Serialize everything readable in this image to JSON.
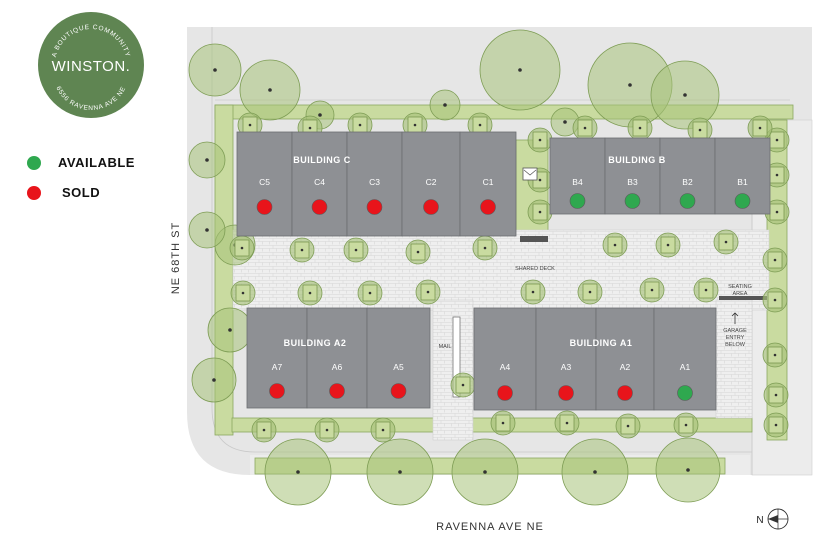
{
  "logo": {
    "name": "WINSTON.",
    "tagline": "A BOUTIQUE COMMUNITY",
    "address": "6556 RAVENNA AVE NE"
  },
  "legend": {
    "available": {
      "label": "AVAILABLE",
      "color": "#2fa84f"
    },
    "sold": {
      "label": "SOLD",
      "color": "#e8141b"
    }
  },
  "streets": {
    "bottom": "RAVENNA AVE NE",
    "left": "NE 68TH ST"
  },
  "north_label": "N",
  "site_labels": {
    "shared_deck": "SHARED DECK",
    "seating_area_1": "SEATING",
    "seating_area_2": "AREA",
    "garage_1": "GARAGE",
    "garage_2": "ENTRY",
    "garage_3": "BELOW",
    "mail": "MAIL"
  },
  "buildings": [
    {
      "name": "BUILDING C",
      "units": [
        {
          "id": "C5",
          "status": "sold"
        },
        {
          "id": "C4",
          "status": "sold"
        },
        {
          "id": "C3",
          "status": "sold"
        },
        {
          "id": "C2",
          "status": "sold"
        },
        {
          "id": "C1",
          "status": "sold"
        }
      ]
    },
    {
      "name": "BUILDING B",
      "units": [
        {
          "id": "B4",
          "status": "available"
        },
        {
          "id": "B3",
          "status": "available"
        },
        {
          "id": "B2",
          "status": "available"
        },
        {
          "id": "B1",
          "status": "available"
        }
      ]
    },
    {
      "name": "BUILDING A2",
      "units": [
        {
          "id": "A7",
          "status": "sold"
        },
        {
          "id": "A6",
          "status": "sold"
        },
        {
          "id": "A5",
          "status": "sold"
        }
      ]
    },
    {
      "name": "BUILDING A1",
      "units": [
        {
          "id": "A4",
          "status": "sold"
        },
        {
          "id": "A3",
          "status": "sold"
        },
        {
          "id": "A2",
          "status": "sold"
        },
        {
          "id": "A1",
          "status": "available"
        }
      ]
    }
  ]
}
